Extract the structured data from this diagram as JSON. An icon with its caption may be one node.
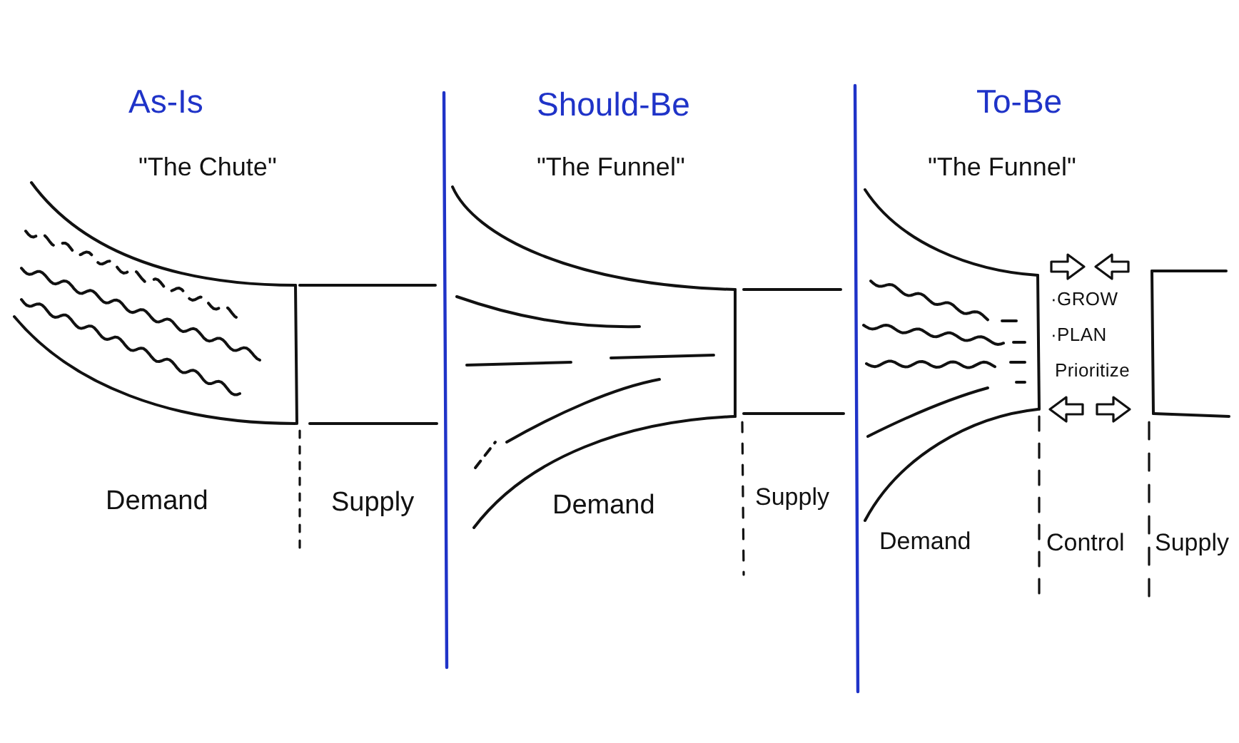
{
  "diagram": {
    "nodes": [
      {
        "text": [
          "As-Is",
          "\"The Chute\""
        ]
      },
      {
        "text": [
          "Demand"
        ],
        "in": 0
      },
      {
        "text": [
          "Supply"
        ],
        "in": 0
      },
      {
        "text": [
          "Should-Be",
          "\"The Funnel\""
        ]
      },
      {
        "text": [
          "Demand"
        ],
        "in": 3
      },
      {
        "text": [
          "Supply"
        ],
        "in": 3
      },
      {
        "text": [
          "To-Be",
          "\"The Funnel\""
        ]
      },
      {
        "text": [
          "Demand"
        ],
        "in": 6
      },
      {
        "text": [
          "·GROW",
          "·PLAN",
          "Prioritize",
          "Control"
        ],
        "in": 6
      },
      {
        "text": [
          "Supply"
        ],
        "in": 6
      }
    ]
  }
}
